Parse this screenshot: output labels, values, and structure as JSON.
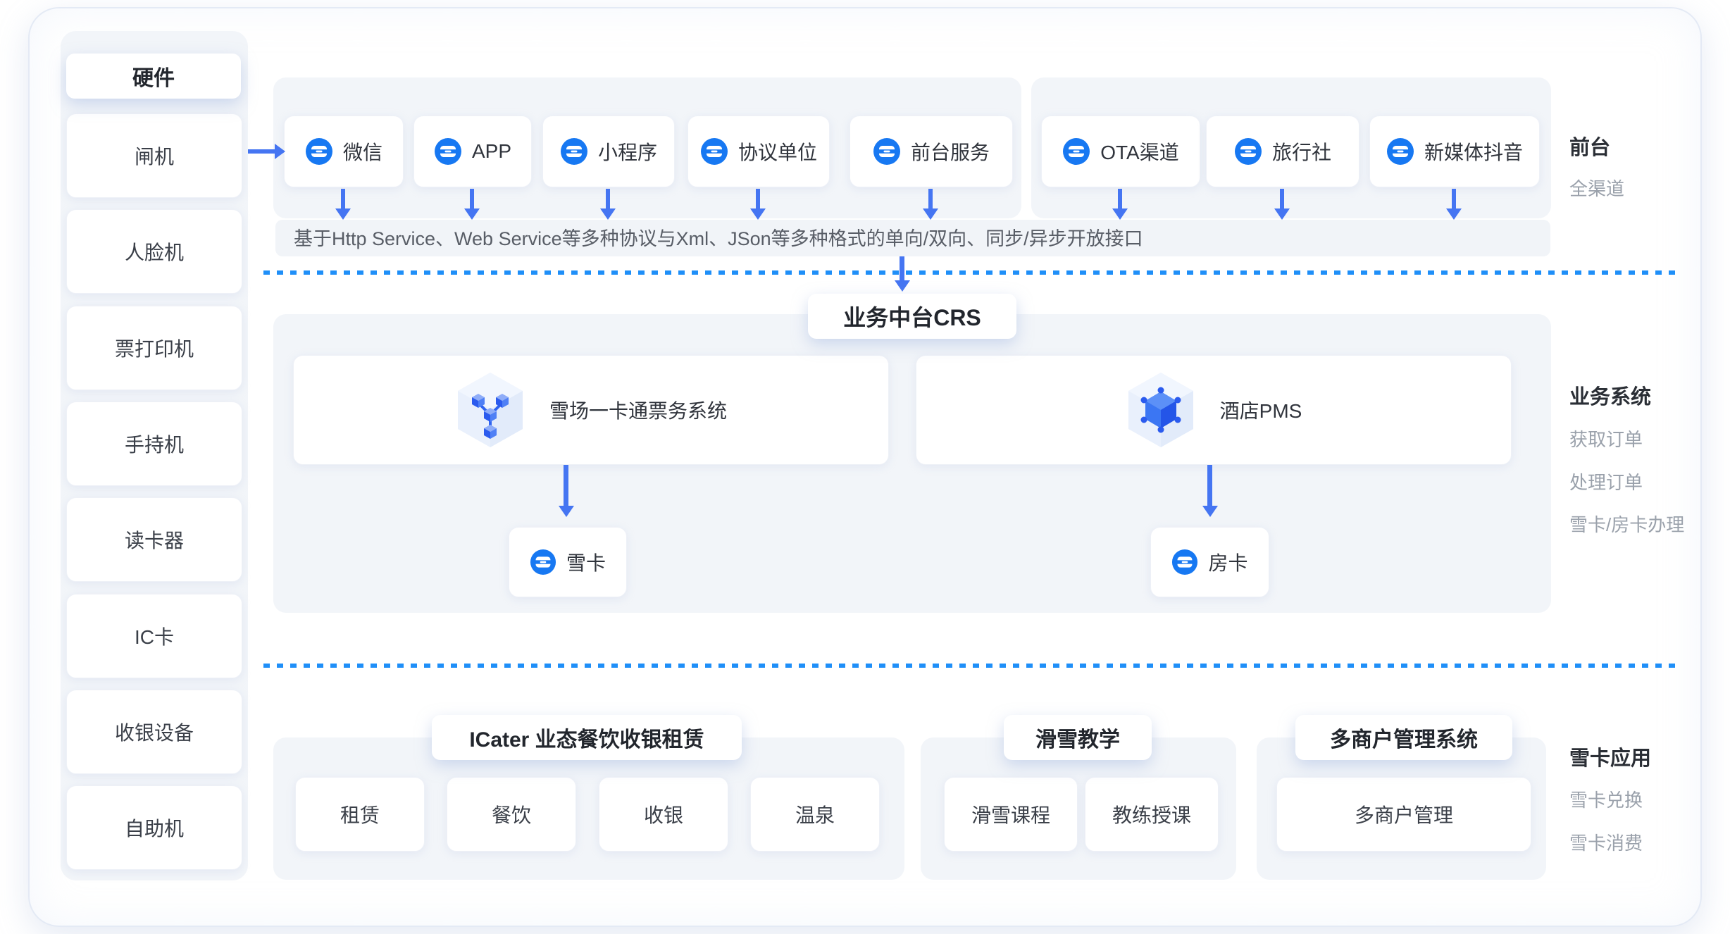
{
  "colors": {
    "accent_blue": "#1778F2",
    "arrow_blue": "#4575F2",
    "dotted_line_blue": "#1F8FF8",
    "panel_gray": "#F2F5F9"
  },
  "icons": {
    "channel_icon": "ticket-icon",
    "ticketing_system_icon": "cube-network-icon",
    "hotel_pms_icon": "hex-network-icon",
    "flow_arrows": "arrow-icon"
  },
  "sidebar": {
    "title": "硬件",
    "items": [
      "闸机",
      "人脸机",
      "票打印机",
      "手持机",
      "读卡器",
      "IC卡",
      "收银设备",
      "自助机"
    ]
  },
  "frontend": {
    "group1": [
      "微信",
      "APP",
      "小程序",
      "协议单位",
      "前台服务"
    ],
    "group2": [
      "OTA渠道",
      "旅行社",
      "新媒体抖音"
    ],
    "interface_bar": "基于Http Service、Web Service等多种协议与Xml、JSon等多种格式的单向/双向、同步/异步开放接口",
    "side_title": "前台",
    "side_items": [
      "全渠道"
    ]
  },
  "middle": {
    "title": "业务中台CRS",
    "system1": "雪场一卡通票务系统",
    "system2": "酒店PMS",
    "card1": "雪卡",
    "card2": "房卡",
    "side_title": "业务系统",
    "side_items": [
      "获取订单",
      "处理订单",
      "雪卡/房卡办理"
    ]
  },
  "bottom": {
    "group1": {
      "title": "ICater 业态餐饮收银租赁",
      "items": [
        "租赁",
        "餐饮",
        "收银",
        "温泉"
      ]
    },
    "group2": {
      "title": "滑雪教学",
      "items": [
        "滑雪课程",
        "教练授课"
      ]
    },
    "group3": {
      "title": "多商户管理系统",
      "items": [
        "多商户管理"
      ]
    },
    "side_title": "雪卡应用",
    "side_items": [
      "雪卡兑换",
      "雪卡消费"
    ]
  }
}
